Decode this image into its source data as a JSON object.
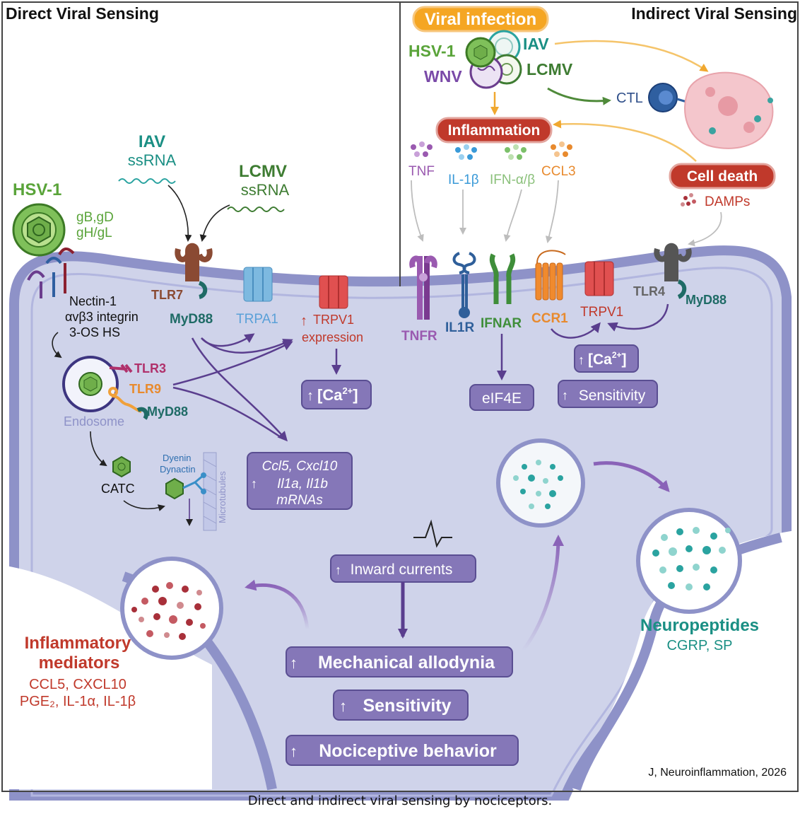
{
  "panels": {
    "left_title": "Direct Viral Sensing",
    "right_title": "Indirect Viral Sensing"
  },
  "direct": {
    "hsv1": "HSV-1",
    "glyco_1": "gB,gD",
    "glyco_2": "gH/gL",
    "entry_1": "Nectin-1",
    "entry_2": "αvβ3 integrin",
    "entry_3": "3-OS HS",
    "iav": "IAV",
    "iav_rna": "ssRNA",
    "lcmv": "LCMV",
    "lcmv_rna": "ssRNA",
    "tlr7": "TLR7",
    "myd88_a": "MyD88",
    "trpa1": "TRPA1",
    "trpv1_expr_1": "TRPV1",
    "trpv1_expr_2": "expression",
    "ca_left": "[Ca",
    "ca_sup": "2+",
    "ca_close": "]",
    "tlr3": "TLR3",
    "tlr9": "TLR9",
    "myd88_b": "MyD88",
    "endosome": "Endosome",
    "catc": "CATC",
    "dyenin": "Dyenin",
    "dynactin": "Dynactin",
    "microtubules": "Microtubules",
    "mrna_1": "Ccl5, Cxcl10",
    "mrna_2": "Il1a, Il1b",
    "mrna_3": "mRNAs",
    "inflam_title_1": "Inflammatory",
    "inflam_title_2": "mediators",
    "inflam_list_1": "CCL5, CXCL10",
    "inflam_list_2": "PGE₂, IL-1α, IL-1β"
  },
  "indirect": {
    "viral_infection": "Viral infection",
    "hsv1": "HSV-1",
    "iav": "IAV",
    "wnv": "WNV",
    "lcmv": "LCMV",
    "ctl": "CTL",
    "inflammation": "Inflammation",
    "cell_death": "Cell death",
    "damps": "DAMPs",
    "tnf": "TNF",
    "il1b": "IL-1β",
    "ifn": "IFN-α/β",
    "ccl3": "CCL3",
    "tnfr": "TNFR",
    "il1r": "IL1R",
    "ifnar": "IFNAR",
    "ccr1": "CCR1",
    "trpv1": "TRPV1",
    "tlr4": "TLR4",
    "myd88": "MyD88",
    "eif4e": "eIF4E",
    "ca_right": "[Ca",
    "ca_sup": "2+",
    "ca_close": "]",
    "sensitivity_small": "Sensitivity"
  },
  "outcomes": {
    "inward": "Inward currents",
    "mechanical": "Mechanical allodynia",
    "sensitivity": "Sensitivity",
    "nociceptive": "Nociceptive behavior"
  },
  "neuropeptides": {
    "title": "Neuropeptides",
    "list": "CGRP, SP"
  },
  "credit": "J, Neuroinflammation, 2026",
  "caption": "Direct and indirect viral sensing by nociceptors.",
  "colors": {
    "neuron_fill": "#cfd3ea",
    "membrane": "#8e92c8",
    "pill_fill": "#8577b8",
    "arrow_purple": "#5a3e8e",
    "hsv_green": "#5aa43a",
    "teal": "#1a8f84",
    "red": "#c0392b",
    "orange": "#f0a830"
  }
}
